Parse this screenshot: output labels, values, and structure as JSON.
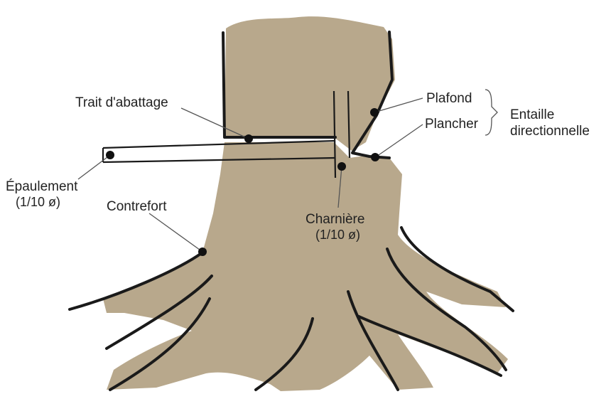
{
  "labels": {
    "trait_abattage": "Trait d'abattage",
    "epaulement_line1": "Épaulement",
    "epaulement_line2": "(1/10 ø)",
    "contrefort": "Contrefort",
    "charniere_line1": "Charnière",
    "charniere_line2": "(1/10 ø)",
    "plafond": "Plafond",
    "plancher": "Plancher",
    "entaille_line1": "Entaille",
    "entaille_line2": "directionnelle"
  },
  "colors": {
    "wood": "#b8a88c",
    "outline": "#1a1a1a",
    "leader": "#555555",
    "text": "#222222"
  }
}
